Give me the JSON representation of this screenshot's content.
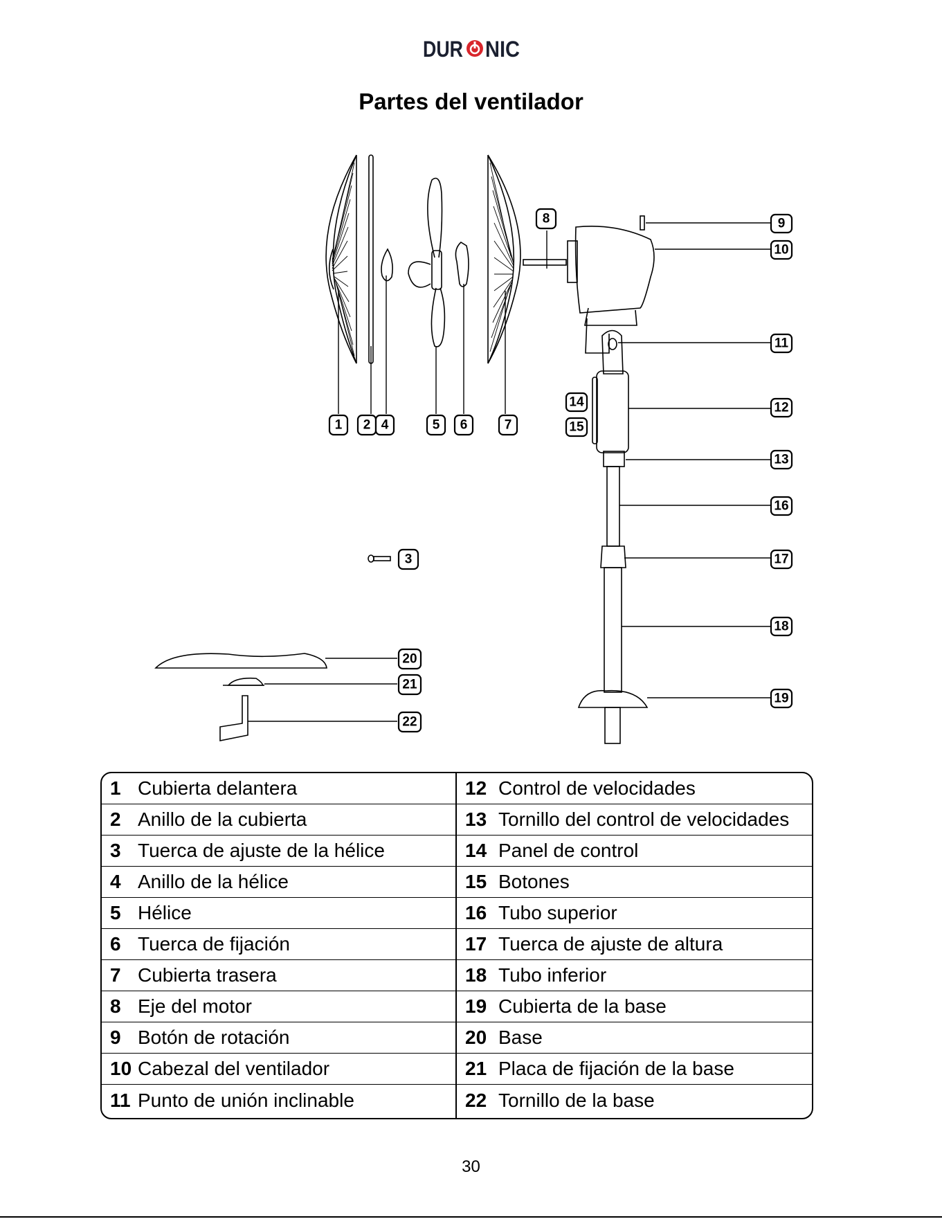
{
  "header": {
    "logo_text": "DURONIC",
    "logo_accent_color": "#d9262c",
    "title": "Partes del ventilador"
  },
  "diagram": {
    "callouts": [
      "1",
      "2",
      "3",
      "4",
      "5",
      "6",
      "7",
      "8",
      "9",
      "10",
      "11",
      "12",
      "13",
      "14",
      "15",
      "16",
      "17",
      "18",
      "19",
      "20",
      "21",
      "22"
    ]
  },
  "parts": {
    "left": [
      {
        "num": "1",
        "name": "Cubierta delantera"
      },
      {
        "num": "2",
        "name": "Anillo de la cubierta"
      },
      {
        "num": "3",
        "name": "Tuerca de ajuste de la hélice"
      },
      {
        "num": "4",
        "name": "Anillo de la hélice"
      },
      {
        "num": "5",
        "name": "Hélice"
      },
      {
        "num": "6",
        "name": "Tuerca de fijación"
      },
      {
        "num": "7",
        "name": "Cubierta trasera"
      },
      {
        "num": "8",
        "name": "Eje del motor"
      },
      {
        "num": "9",
        "name": "Botón de rotación"
      },
      {
        "num": "10",
        "name": "Cabezal del ventilador"
      },
      {
        "num": "11",
        "name": "Punto de unión inclinable"
      }
    ],
    "right": [
      {
        "num": "12",
        "name": "Control de velocidades"
      },
      {
        "num": "13",
        "name": "Tornillo del control de velocidades"
      },
      {
        "num": "14",
        "name": "Panel de control"
      },
      {
        "num": "15",
        "name": "Botones"
      },
      {
        "num": "16",
        "name": "Tubo superior"
      },
      {
        "num": "17",
        "name": "Tuerca de ajuste de altura"
      },
      {
        "num": "18",
        "name": "Tubo inferior"
      },
      {
        "num": "19",
        "name": "Cubierta de la base"
      },
      {
        "num": "20",
        "name": "Base"
      },
      {
        "num": "21",
        "name": "Placa de fijación de la base"
      },
      {
        "num": "22",
        "name": "Tornillo de la base"
      }
    ]
  },
  "footer": {
    "page_number": "30"
  }
}
